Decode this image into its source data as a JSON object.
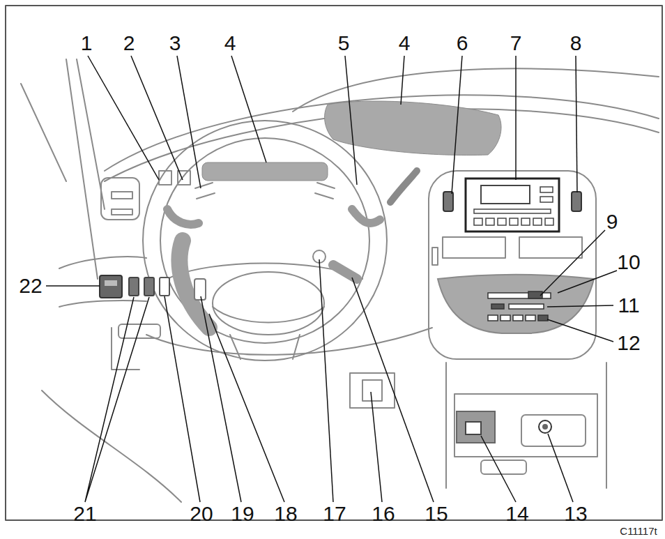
{
  "diagram": {
    "labels": [
      "1",
      "2",
      "3",
      "4",
      "5",
      "4",
      "6",
      "7",
      "8",
      "9",
      "10",
      "11",
      "12",
      "13",
      "14",
      "15",
      "16",
      "17",
      "18",
      "19",
      "20",
      "21",
      "22",
      "C11117t"
    ]
  }
}
